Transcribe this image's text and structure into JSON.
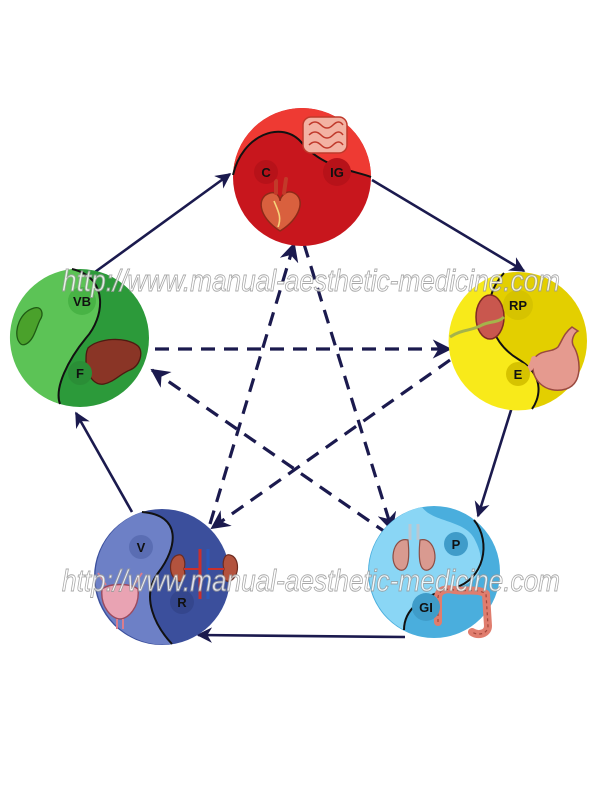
{
  "colors": {
    "arrow": "#1b1a4e",
    "fire_dark": "#c8161d",
    "fire_light": "#ee3a33",
    "earth_dark": "#e3cf00",
    "earth_light": "#f8ea1a",
    "metal_dark": "#4aaedd",
    "metal_light": "#8ad6f5",
    "water_dark": "#3b4f9c",
    "water_light": "#6d80c6",
    "wood_dark": "#2c9a3a",
    "wood_light": "#5cc356"
  },
  "elements": [
    {
      "id": "fire",
      "labels": [
        "C",
        "IG"
      ],
      "icons": [
        "heart-icon",
        "small-intestine-icon"
      ]
    },
    {
      "id": "earth",
      "labels": [
        "RP",
        "E"
      ],
      "icons": [
        "spleen-pancreas-icon",
        "stomach-icon"
      ]
    },
    {
      "id": "metal",
      "labels": [
        "P",
        "GI"
      ],
      "icons": [
        "lungs-icon",
        "large-intestine-icon"
      ]
    },
    {
      "id": "water",
      "labels": [
        "V",
        "R"
      ],
      "icons": [
        "bladder-icon",
        "kidneys-icon"
      ]
    },
    {
      "id": "wood",
      "labels": [
        "VB",
        "F"
      ],
      "icons": [
        "gallbladder-icon",
        "liver-icon"
      ]
    }
  ],
  "watermark": "http://www.manual-aesthetic-medicine.com"
}
